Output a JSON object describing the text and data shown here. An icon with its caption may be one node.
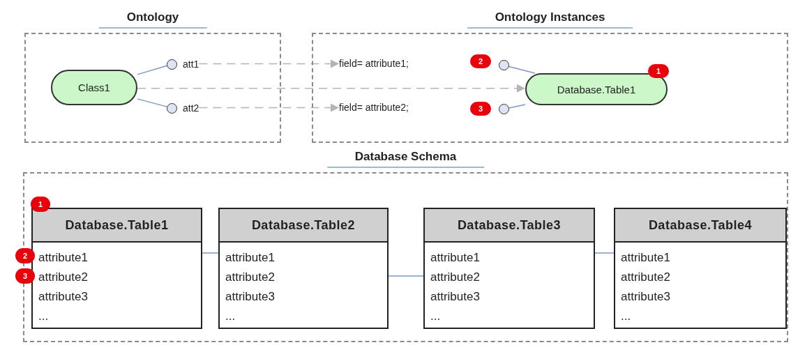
{
  "diagram": {
    "nodes": [
      {
        "text": [
          "Ontology"
        ]
      },
      {
        "text": [
          "Class1"
        ],
        "in": 0
      },
      {
        "text": [],
        "shape": "circle",
        "beside": [
          "att1"
        ],
        "in": 0
      },
      {
        "text": [],
        "shape": "circle",
        "beside": [
          "att2"
        ],
        "in": 0
      },
      {
        "text": [
          "Ontology Instances"
        ]
      },
      {
        "text": [
          "field= attribute1;"
        ],
        "in": 4
      },
      {
        "text": [
          "field= attribute2;"
        ],
        "in": 4
      },
      {
        "text": [],
        "shape": "circle",
        "in": 4
      },
      {
        "text": [],
        "shape": "circle",
        "in": 4
      },
      {
        "text": [
          "Database.Table1"
        ],
        "in": 4
      },
      {
        "text": [
          "Database Schema"
        ]
      },
      {
        "text": [
          "Database.Table1",
          "attribute1",
          "attribute2",
          "attribute3",
          "..."
        ],
        "in": 10
      },
      {
        "text": [
          "Database.Table2",
          "attribute1",
          "attribute2",
          "attribute3",
          "..."
        ],
        "in": 10
      },
      {
        "text": [
          "Database.Table3",
          "attribute1",
          "attribute2",
          "attribute3",
          "..."
        ],
        "in": 10
      },
      {
        "text": [
          "Database.Table4",
          "attribute1",
          "attribute2",
          "attribute3",
          "..."
        ],
        "in": 10
      }
    ],
    "edges": [
      {
        "from": 1,
        "to": 2,
        "arrow": "none"
      },
      {
        "from": 1,
        "to": 3,
        "arrow": "none"
      },
      {
        "from": 2,
        "to": 5,
        "arrow": "to",
        "style": "dashed",
        "color": "#b4b4b4"
      },
      {
        "from": 1,
        "to": 9,
        "arrow": "to",
        "style": "dashed",
        "color": "#b4b4b4"
      },
      {
        "from": 3,
        "to": 6,
        "arrow": "to",
        "style": "dashed",
        "color": "#b4b4b4"
      },
      {
        "from": 7,
        "to": 9,
        "arrow": "none"
      },
      {
        "from": 8,
        "to": 9,
        "arrow": "none"
      },
      {
        "from": 11,
        "to": 12,
        "arrow": "none"
      },
      {
        "from": 12,
        "to": 13,
        "arrow": "none"
      },
      {
        "from": 13,
        "to": 14,
        "arrow": "none"
      }
    ],
    "labels": [
      "2",
      "1",
      "3",
      "1",
      "2",
      "3"
    ]
  }
}
